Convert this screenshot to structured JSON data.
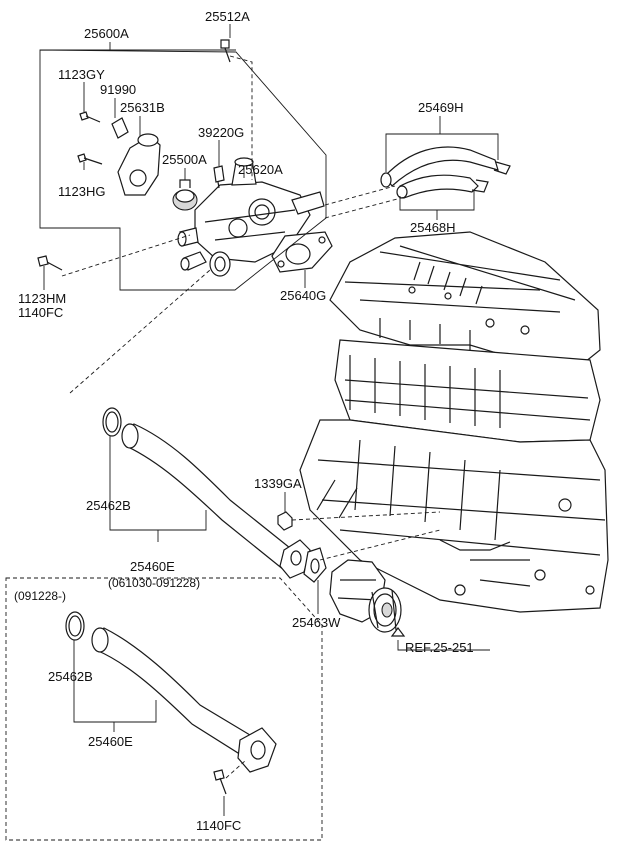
{
  "labels": {
    "p25512A": "25512A",
    "p25600A": "25600A",
    "p1123GY": "1123GY",
    "p91990": "91990",
    "p25631B": "25631B",
    "p39220G": "39220G",
    "p25500A": "25500A",
    "p25620A": "25620A",
    "p1123HG": "1123HG",
    "p25469H": "25469H",
    "p25468H": "25468H",
    "p1123HM": "1123HM",
    "p1140FC_top": "1140FC",
    "p25640G": "25640G",
    "p1339GA": "1339GA",
    "p25462B_top": "25462B",
    "p25460E_top": "25460E",
    "p25460E_range": "(061030-091228)",
    "p25463W": "25463W",
    "ref": "REF.25-251",
    "box_date": "(091228-)",
    "p25462B_box": "25462B",
    "p25460E_box": "25460E",
    "p1140FC_box": "1140FC"
  }
}
